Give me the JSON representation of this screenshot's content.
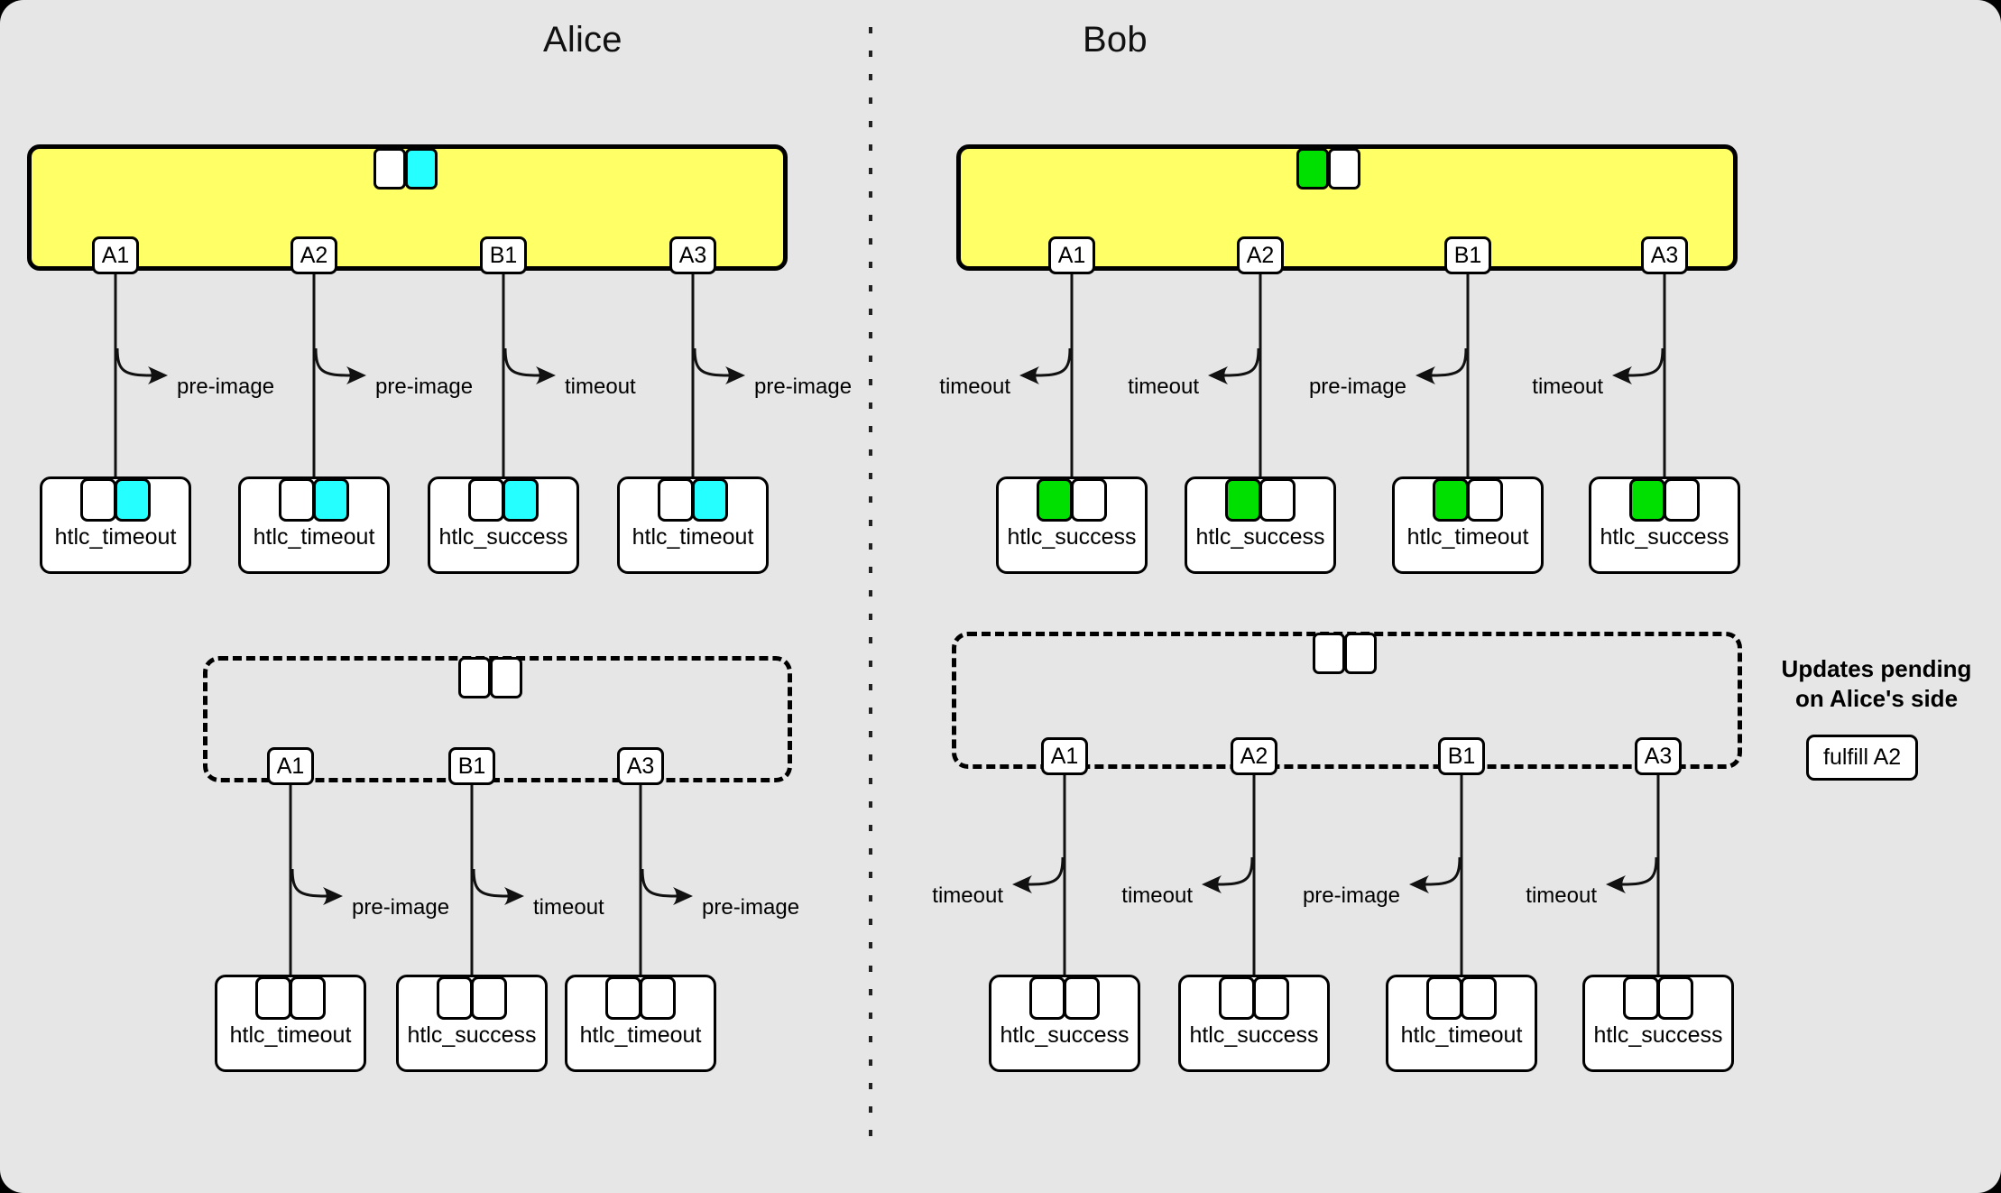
{
  "colors": {
    "background": "#e6e6e6",
    "commitment_fill": "#ffff66",
    "alice_tile": "#26ffff",
    "bob_tile": "#00e000",
    "white_tile": "#ffffff",
    "stroke": "#000000"
  },
  "headers": {
    "alice": "Alice",
    "bob": "Bob"
  },
  "note": {
    "title_line1": "Updates pending",
    "title_line2": "on Alice's side",
    "chip": "fulfill A2"
  },
  "labels": {
    "pre_image": "pre-image",
    "timeout": "timeout",
    "htlc_timeout": "htlc_timeout",
    "htlc_success": "htlc_success"
  },
  "sections": [
    {
      "id": "alice-current",
      "party": "alice",
      "style": "solid",
      "balance_tiles": [
        "#ffffff",
        "#26ffff"
      ],
      "outputs": [
        {
          "tag": "A1",
          "condition": "pre-image",
          "htlc": "htlc_timeout",
          "htlc_tiles": [
            "#ffffff",
            "#26ffff"
          ]
        },
        {
          "tag": "A2",
          "condition": "pre-image",
          "htlc": "htlc_timeout",
          "htlc_tiles": [
            "#ffffff",
            "#26ffff"
          ]
        },
        {
          "tag": "B1",
          "condition": "timeout",
          "htlc": "htlc_success",
          "htlc_tiles": [
            "#ffffff",
            "#26ffff"
          ]
        },
        {
          "tag": "A3",
          "condition": "pre-image",
          "htlc": "htlc_timeout",
          "htlc_tiles": [
            "#ffffff",
            "#26ffff"
          ]
        }
      ]
    },
    {
      "id": "bob-current",
      "party": "bob",
      "style": "solid",
      "balance_tiles": [
        "#00e000",
        "#ffffff"
      ],
      "outputs": [
        {
          "tag": "A1",
          "condition": "timeout",
          "htlc": "htlc_success",
          "htlc_tiles": [
            "#00e000",
            "#ffffff"
          ]
        },
        {
          "tag": "A2",
          "condition": "timeout",
          "htlc": "htlc_success",
          "htlc_tiles": [
            "#00e000",
            "#ffffff"
          ]
        },
        {
          "tag": "B1",
          "condition": "pre-image",
          "htlc": "htlc_timeout",
          "htlc_tiles": [
            "#00e000",
            "#ffffff"
          ]
        },
        {
          "tag": "A3",
          "condition": "timeout",
          "htlc": "htlc_success",
          "htlc_tiles": [
            "#00e000",
            "#ffffff"
          ]
        }
      ]
    },
    {
      "id": "alice-pending",
      "party": "alice",
      "style": "dashed",
      "balance_tiles": [
        "#ffffff",
        "#ffffff"
      ],
      "outputs": [
        {
          "tag": "A1",
          "condition": "pre-image",
          "htlc": "htlc_timeout",
          "htlc_tiles": [
            "#ffffff",
            "#ffffff"
          ]
        },
        {
          "tag": "B1",
          "condition": "timeout",
          "htlc": "htlc_success",
          "htlc_tiles": [
            "#ffffff",
            "#ffffff"
          ]
        },
        {
          "tag": "A3",
          "condition": "pre-image",
          "htlc": "htlc_timeout",
          "htlc_tiles": [
            "#ffffff",
            "#ffffff"
          ]
        }
      ]
    },
    {
      "id": "bob-pending",
      "party": "bob",
      "style": "dashed",
      "balance_tiles": [
        "#ffffff",
        "#ffffff"
      ],
      "outputs": [
        {
          "tag": "A1",
          "condition": "timeout",
          "htlc": "htlc_success",
          "htlc_tiles": [
            "#ffffff",
            "#ffffff"
          ]
        },
        {
          "tag": "A2",
          "condition": "timeout",
          "htlc": "htlc_success",
          "htlc_tiles": [
            "#ffffff",
            "#ffffff"
          ]
        },
        {
          "tag": "B1",
          "condition": "pre-image",
          "htlc": "htlc_timeout",
          "htlc_tiles": [
            "#ffffff",
            "#ffffff"
          ]
        },
        {
          "tag": "A3",
          "condition": "timeout",
          "htlc": "htlc_success",
          "htlc_tiles": [
            "#ffffff",
            "#ffffff"
          ]
        }
      ]
    }
  ]
}
